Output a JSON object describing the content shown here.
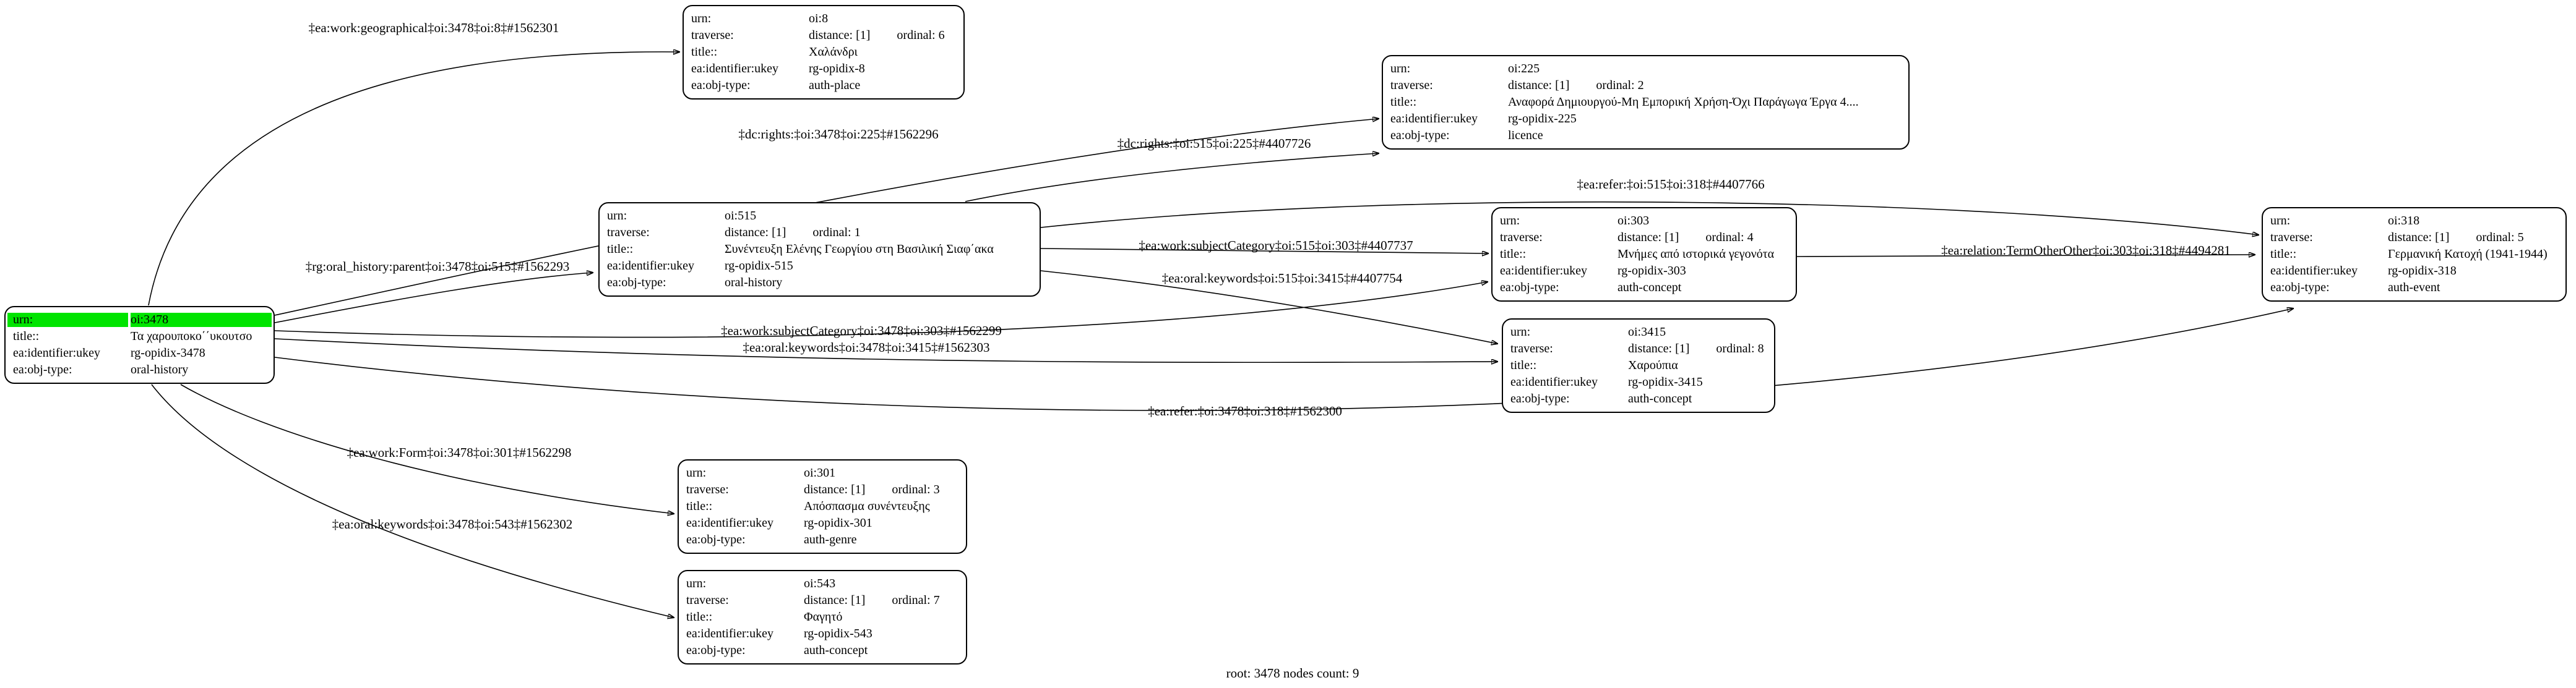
{
  "diagram": {
    "status_line": "root: 3478 nodes count: 9",
    "root_highlight_color": "#00e400"
  },
  "nodes": [
    {
      "id": "oi:3478",
      "rows": [
        {
          "k": "urn:",
          "v": "oi:3478",
          "hl": true
        },
        {
          "k": "title::",
          "v": "Τα χαρουποκο΄΄υκουτσο"
        },
        {
          "k": "ea:identifier:ukey",
          "v": "rg-opidix-3478"
        },
        {
          "k": "ea:obj-type:",
          "v": "oral-history"
        }
      ]
    },
    {
      "id": "oi:8",
      "rows": [
        {
          "k": "urn:",
          "v": "oi:8"
        },
        {
          "k": "traverse:",
          "v": "distance: [1]",
          "v2": "ordinal: 6"
        },
        {
          "k": "title::",
          "v": "Χαλάνδρι"
        },
        {
          "k": "ea:identifier:ukey",
          "v": "rg-opidix-8"
        },
        {
          "k": "ea:obj-type:",
          "v": "auth-place"
        }
      ]
    },
    {
      "id": "oi:225",
      "rows": [
        {
          "k": "urn:",
          "v": "oi:225"
        },
        {
          "k": "traverse:",
          "v": "distance: [1]",
          "v2": "ordinal: 2"
        },
        {
          "k": "title::",
          "v": "Αναφορά Δημιουργού-Μη Εμπορική Χρήση-Όχι Παράγωγα Έργα 4...."
        },
        {
          "k": "ea:identifier:ukey",
          "v": "rg-opidix-225"
        },
        {
          "k": "ea:obj-type:",
          "v": "licence"
        }
      ]
    },
    {
      "id": "oi:515",
      "rows": [
        {
          "k": "urn:",
          "v": "oi:515"
        },
        {
          "k": "traverse:",
          "v": "distance: [1]",
          "v2": "ordinal: 1"
        },
        {
          "k": "title::",
          "v": "Συνέντευξη Ελένης Γεωργίου στη Βασιλική Σιαφ΄ακα"
        },
        {
          "k": "ea:identifier:ukey",
          "v": "rg-opidix-515"
        },
        {
          "k": "ea:obj-type:",
          "v": "oral-history"
        }
      ]
    },
    {
      "id": "oi:303",
      "rows": [
        {
          "k": "urn:",
          "v": "oi:303"
        },
        {
          "k": "traverse:",
          "v": "distance: [1]",
          "v2": "ordinal: 4"
        },
        {
          "k": "title::",
          "v": "Μνήμες από ιστορικά γεγονότα"
        },
        {
          "k": "ea:identifier:ukey",
          "v": "rg-opidix-303"
        },
        {
          "k": "ea:obj-type:",
          "v": "auth-concept"
        }
      ]
    },
    {
      "id": "oi:318",
      "rows": [
        {
          "k": "urn:",
          "v": "oi:318"
        },
        {
          "k": "traverse:",
          "v": "distance: [1]",
          "v2": "ordinal: 5"
        },
        {
          "k": "title::",
          "v": "Γερμανική Κατοχή (1941-1944)"
        },
        {
          "k": "ea:identifier:ukey",
          "v": "rg-opidix-318"
        },
        {
          "k": "ea:obj-type:",
          "v": "auth-event"
        }
      ]
    },
    {
      "id": "oi:3415",
      "rows": [
        {
          "k": "urn:",
          "v": "oi:3415"
        },
        {
          "k": "traverse:",
          "v": "distance: [1]",
          "v2": "ordinal: 8"
        },
        {
          "k": "title::",
          "v": "Χαρούπια"
        },
        {
          "k": "ea:identifier:ukey",
          "v": "rg-opidix-3415"
        },
        {
          "k": "ea:obj-type:",
          "v": "auth-concept"
        }
      ]
    },
    {
      "id": "oi:301",
      "rows": [
        {
          "k": "urn:",
          "v": "oi:301"
        },
        {
          "k": "traverse:",
          "v": "distance: [1]",
          "v2": "ordinal: 3"
        },
        {
          "k": "title::",
          "v": "Απόσπασμα συνέντευξης"
        },
        {
          "k": "ea:identifier:ukey",
          "v": "rg-opidix-301"
        },
        {
          "k": "ea:obj-type:",
          "v": "auth-genre"
        }
      ]
    },
    {
      "id": "oi:543",
      "rows": [
        {
          "k": "urn:",
          "v": "oi:543"
        },
        {
          "k": "traverse:",
          "v": "distance: [1]",
          "v2": "ordinal: 7"
        },
        {
          "k": "title::",
          "v": "Φαγητό"
        },
        {
          "k": "ea:identifier:ukey",
          "v": "rg-opidix-543"
        },
        {
          "k": "ea:obj-type:",
          "v": "auth-concept"
        }
      ]
    }
  ],
  "edges": [
    {
      "label": "‡ea:work:geographical‡oi:3478‡oi:8‡#1562301"
    },
    {
      "label": "‡dc:rights:‡oi:3478‡oi:225‡#1562296"
    },
    {
      "label": "‡dc:rights:‡oi:515‡oi:225‡#4407726"
    },
    {
      "label": "‡rg:oral_history:parent‡oi:3478‡oi:515‡#1562293"
    },
    {
      "label": "‡ea:refer:‡oi:515‡oi:318‡#4407766"
    },
    {
      "label": "‡ea:work:subjectCategory‡oi:515‡oi:303‡#4407737"
    },
    {
      "label": "‡ea:oral:keywords‡oi:515‡oi:3415‡#4407754"
    },
    {
      "label": "‡ea:relation:TermOtherOther‡oi:303‡oi:318‡#4494281"
    },
    {
      "label": "‡ea:work:subjectCategory‡oi:3478‡oi:303‡#1562299"
    },
    {
      "label": "‡ea:oral:keywords‡oi:3478‡oi:3415‡#1562303"
    },
    {
      "label": "‡ea:refer:‡oi:3478‡oi:318‡#1562300"
    },
    {
      "label": "‡ea:work:Form‡oi:3478‡oi:301‡#1562298"
    },
    {
      "label": "‡ea:oral:keywords‡oi:3478‡oi:543‡#1562302"
    }
  ]
}
